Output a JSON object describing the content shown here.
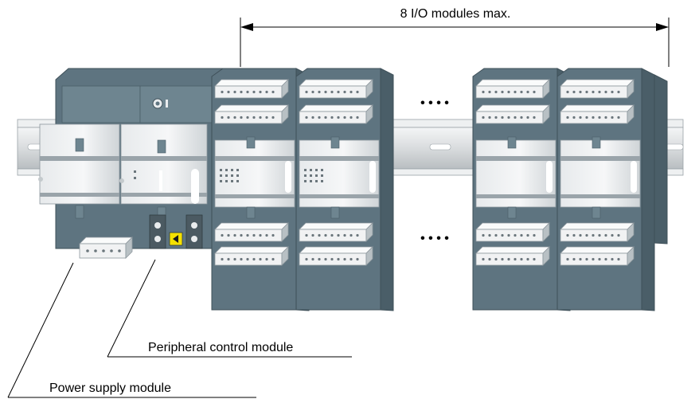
{
  "dimension": {
    "label": "8 I/O modules max."
  },
  "ellipsis": {
    "top": "• • • •",
    "bottom": "• • • •"
  },
  "labels": {
    "peripheral": "Peripheral control module",
    "power": "Power supply module"
  },
  "colors": {
    "rail": "#dfe2e4",
    "module_dark": "#5e7480",
    "module_light": "#eef0f1",
    "terminal": "#f3f4f5",
    "warning": "#f5e100"
  }
}
